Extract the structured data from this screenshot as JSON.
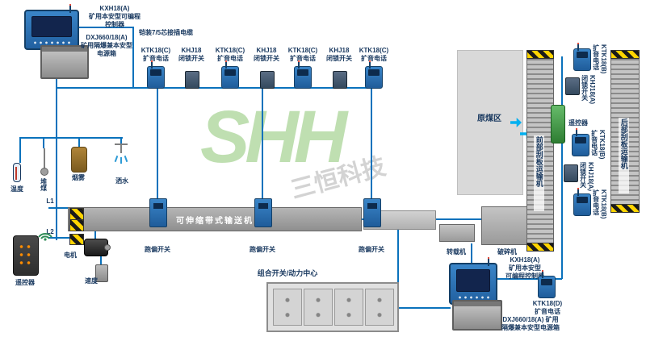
{
  "watermark": {
    "logo": "SHH",
    "text": "三恒科技"
  },
  "top_left": {
    "controller_label": "KXH18(A)\n矿用本安型可编程\n控制器",
    "power_label": "DXJ660/18(A)\n矿用隔爆兼本安型\n电源箱",
    "cable_label": "铠装7/5芯接插电缆"
  },
  "bus_labels": [
    "KTK18(C)\n扩音电话",
    "KHJ18\n闭锁开关",
    "KTK18(C)\n扩音电话",
    "KHJ18\n闭锁开关",
    "KTK18(C)\n扩音电话",
    "KHJ18\n闭锁开关",
    "KTK18(C)\n扩音电话"
  ],
  "left": {
    "temperature": "温度",
    "coal_pile": "堆煤",
    "smoke": "烟雾",
    "spray": "洒水",
    "l1": "L1",
    "l2": "L2",
    "remote": "遥控器",
    "motor": "电机",
    "speed": "速度"
  },
  "belt": {
    "main": "可伸缩带式输送机",
    "deviation": [
      "跑偏开关",
      "跑偏开关",
      "跑偏开关"
    ],
    "transfer": "转载机",
    "crusher": "破碎机"
  },
  "right": {
    "coal_area": "原煤区",
    "front_scraper": "前部刮板运输机",
    "rear_scraper": "后部刮板运输机",
    "remote": "遥控器",
    "device_labels": [
      "KTK18(B)\n扩音电话",
      "KHJ18(A)\n闭锁开关",
      "KTK18(B)\n扩音电话",
      "KHJ18(A)\n闭锁开关",
      "KTK18(B)\n扩音电话"
    ]
  },
  "bottom": {
    "combo": "组合开关/动力中心",
    "controller_label": "KXH18(A)\n矿用本安型\n可编程控制器",
    "phone_label": "KTK18(D)\n扩音电话",
    "power_label": "DXJ660/18(A) 矿用\n隔爆兼本安型电源箱"
  }
}
